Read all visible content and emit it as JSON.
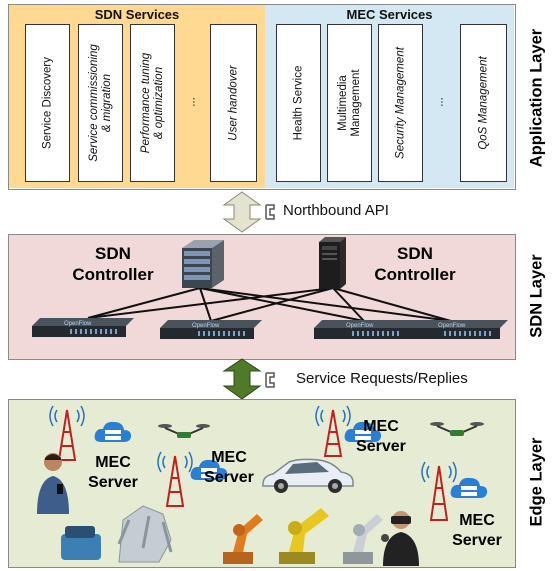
{
  "application_layer": {
    "side_label": "Application Layer",
    "sdn_services": {
      "title": "SDN Services",
      "items": [
        {
          "line1": "Service Discovery",
          "line2": ""
        },
        {
          "line1": "Service commissioning",
          "line2": "& migration"
        },
        {
          "line1": "Performance tuning",
          "line2": "& optimization"
        },
        {
          "line1": "...",
          "line2": ""
        },
        {
          "line1": "User handover",
          "line2": ""
        }
      ]
    },
    "mec_services": {
      "title": "MEC Services",
      "items": [
        {
          "line1": "Health Service",
          "line2": ""
        },
        {
          "line1": "Multimedia",
          "line2": "Management"
        },
        {
          "line1": "Security Management",
          "line2": ""
        },
        {
          "line1": "...",
          "line2": ""
        },
        {
          "line1": "QoS Management",
          "line2": ""
        }
      ]
    }
  },
  "northbound_api": "Northbound API",
  "sdn_layer": {
    "side_label": "SDN Layer",
    "controller_left": {
      "line1": "SDN",
      "line2": "Controller"
    },
    "controller_right": {
      "line1": "SDN",
      "line2": "Controller"
    },
    "switch_label": "OpenFlow"
  },
  "service_requests": "Service Requests/Replies",
  "edge_layer": {
    "side_label": "Edge Layer",
    "servers": [
      {
        "line1": "MEC",
        "line2": "Server"
      },
      {
        "line1": "MEC",
        "line2": "Server"
      },
      {
        "line1": "MEC",
        "line2": "Server"
      },
      {
        "line1": "MEC",
        "line2": "Server"
      }
    ]
  },
  "colors": {
    "sdn_services_bg": "#ffd991",
    "mec_services_bg": "#d3e8f2",
    "sdn_layer_bg": "#f2d9d9",
    "edge_layer_bg": "#e6ecd3",
    "northbound_arrow": "#e3e3cf",
    "service_arrow": "#4f7a2a"
  }
}
